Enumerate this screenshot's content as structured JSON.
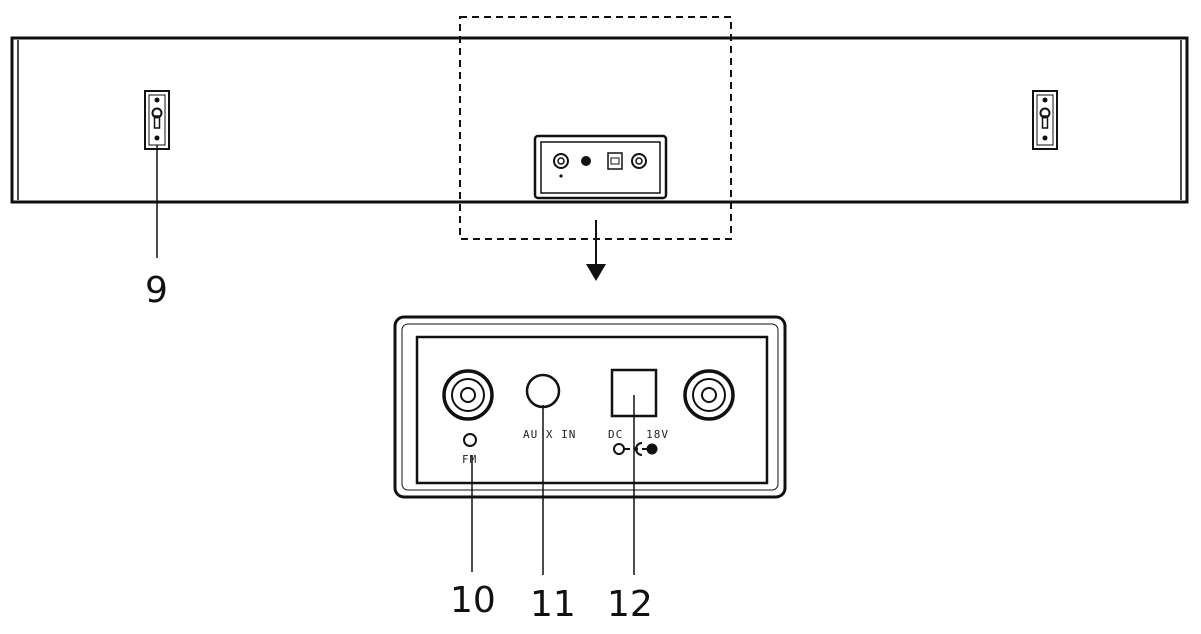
{
  "callouts": {
    "mount_slot": "9",
    "fm_antenna": "10",
    "aux_in": "11",
    "dc_in": "12"
  },
  "panel_labels": {
    "fm": "FM",
    "aux": "AU X IN",
    "dc": "DC   18V"
  },
  "icons": {
    "mount_slot": "keyhole-mount-icon",
    "jack": "round-jack-icon",
    "dc_polarity": "dc-polarity-icon"
  },
  "colors": {
    "line": "#111111",
    "background": "#ffffff"
  }
}
